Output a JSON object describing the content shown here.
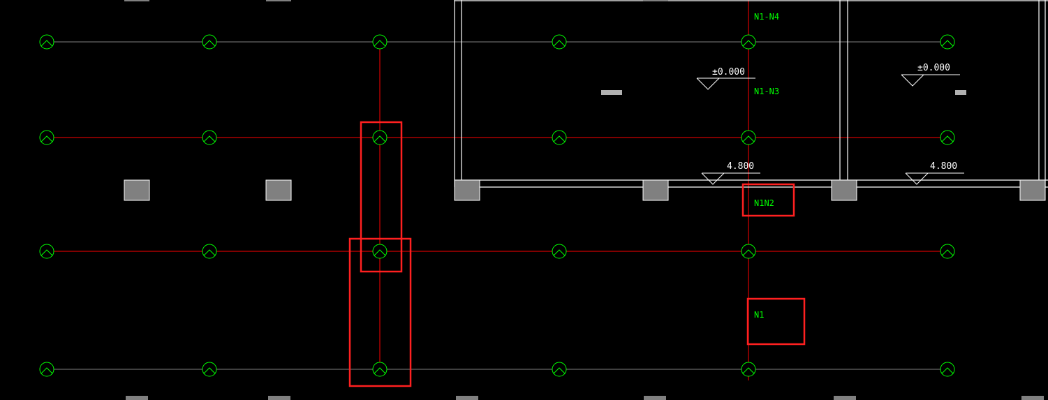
{
  "colors": {
    "background": "#000000",
    "grid_red": "#ff0000",
    "grid_gray": "#808080",
    "node_green": "#00ff00",
    "wall_white": "#ffffff",
    "column_fill": "#808080",
    "highlight_red": "#ff2020"
  },
  "labels": {
    "n1_n4": "N1-N4",
    "n1_n3": "N1-N3",
    "n1n2": "N1N2",
    "n1": "N1"
  },
  "elevations": {
    "left_top": "±0.000",
    "right_top": "±0.000",
    "left_bottom": "4.800",
    "right_bottom": "4.800"
  },
  "icons": {
    "node": "circle-with-chevron-icon",
    "elevation": "triangle-elevation-marker-icon"
  }
}
